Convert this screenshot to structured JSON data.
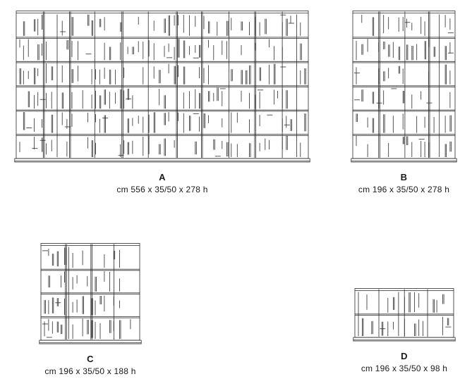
{
  "sheet": {
    "background": "#ffffff",
    "line_color": "#2b2b2b"
  },
  "panels": [
    {
      "id": "A",
      "label": "A",
      "dims": "cm 556 x 35/50 x 278 h",
      "shelf_rows": 6
    },
    {
      "id": "B",
      "label": "B",
      "dims": "cm 196 x 35/50 x 278 h",
      "shelf_rows": 6
    },
    {
      "id": "C",
      "label": "C",
      "dims": "cm 196 x 35/50 x 188 h",
      "shelf_rows": 4
    },
    {
      "id": "D",
      "label": "D",
      "dims": "cm 196 x 35/50 x 98 h",
      "shelf_rows": 2
    }
  ]
}
